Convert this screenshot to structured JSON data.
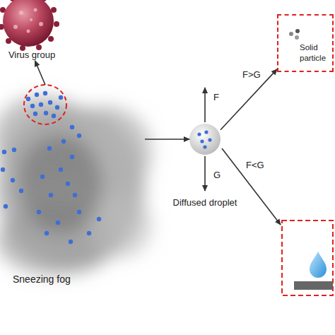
{
  "diagram": {
    "nodes": [
      {
        "text": [
          "Virus group"
        ]
      },
      {
        "text": [
          "Sneezing fog"
        ]
      },
      {
        "text": [
          "Diffused droplet"
        ]
      },
      {
        "text": [
          "Solid particle"
        ]
      }
    ],
    "edges": [
      {
        "from": 1,
        "to": 0,
        "arrow": "to"
      },
      {
        "from": 1,
        "to": 2,
        "arrow": "to"
      },
      {
        "from": 2,
        "to": 3,
        "label": "F>G",
        "arrow": "to"
      }
    ],
    "labels": [
      "F",
      "G",
      "F<G"
    ]
  }
}
